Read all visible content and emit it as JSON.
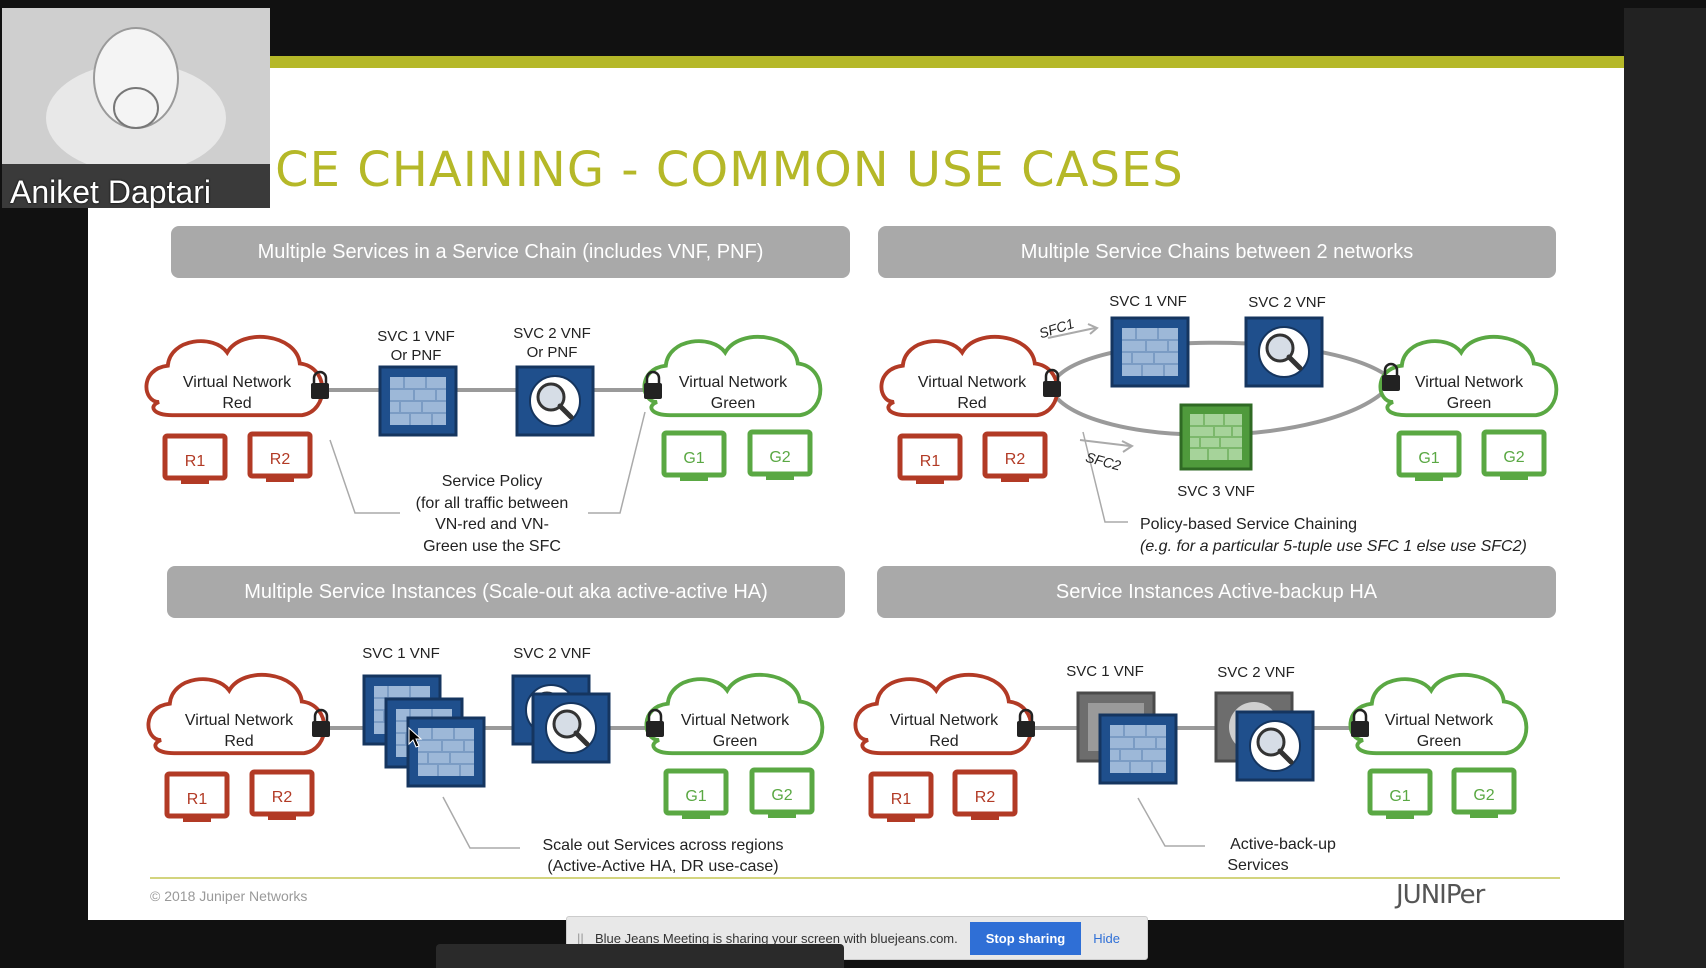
{
  "slide": {
    "title": "ICE CHAINING - COMMON USE CASES",
    "footer_copyright": "© 2018 Juniper Networks",
    "footer_logo": "JUNIPer"
  },
  "colors": {
    "accent": "#b5b828",
    "red": "#b23a25",
    "green": "#5aa843",
    "blue": "#1f4f8c",
    "banner": "#a9a9a9"
  },
  "quadrants": [
    {
      "banner": "Multiple Services in a Service Chain (includes VNF, PNF)",
      "left_cloud": {
        "line1": "Virtual Network",
        "line2": "Red"
      },
      "right_cloud": {
        "line1": "Virtual Network",
        "line2": "Green"
      },
      "svc1": {
        "line1": "SVC 1  VNF",
        "line2": "Or PNF"
      },
      "svc2": {
        "line1": "SVC 2 VNF",
        "line2": "Or PNF"
      },
      "left_hosts": [
        "R1",
        "R2"
      ],
      "right_hosts": [
        "G1",
        "G2"
      ],
      "note": [
        "Service Policy",
        "(for all traffic between",
        "VN-red and VN-",
        "Green use the SFC"
      ]
    },
    {
      "banner": "Multiple Service Chains between 2 networks",
      "left_cloud": {
        "line1": "Virtual Network",
        "line2": "Red"
      },
      "right_cloud": {
        "line1": "Virtual Network",
        "line2": "Green"
      },
      "svc1": {
        "line1": "SVC 1  VNF"
      },
      "svc2": {
        "line1": "SVC 2  VNF"
      },
      "svc3": {
        "line1": "SVC 3  VNF"
      },
      "sfc1": "SFC1",
      "sfc2": "SFC2",
      "left_hosts": [
        "R1",
        "R2"
      ],
      "right_hosts": [
        "G1",
        "G2"
      ],
      "note": [
        "Policy-based Service Chaining",
        "(e.g. for a particular 5-tuple use SFC 1 else use SFC2)"
      ]
    },
    {
      "banner": "Multiple Service Instances (Scale-out aka active-active HA)",
      "left_cloud": {
        "line1": "Virtual Network",
        "line2": "Red"
      },
      "right_cloud": {
        "line1": "Virtual Network",
        "line2": "Green"
      },
      "svc1": {
        "line1": "SVC 1  VNF"
      },
      "svc2": {
        "line1": "SVC 2  VNF"
      },
      "left_hosts": [
        "R1",
        "R2"
      ],
      "right_hosts": [
        "G1",
        "G2"
      ],
      "note": [
        "Scale out Services across regions",
        "(Active-Active HA, DR use-case)"
      ]
    },
    {
      "banner": "Service Instances Active-backup HA",
      "left_cloud": {
        "line1": "Virtual Network",
        "line2": "Red"
      },
      "right_cloud": {
        "line1": "Virtual Network",
        "line2": "Green"
      },
      "svc1": {
        "line1": "SVC 1  VNF"
      },
      "svc2": {
        "line1": "SVC 2  VNF"
      },
      "left_hosts": [
        "R1",
        "R2"
      ],
      "right_hosts": [
        "G1",
        "G2"
      ],
      "note": [
        "Active-back-up",
        "Services"
      ]
    }
  ],
  "webcam": {
    "name": "Aniket Daptari"
  },
  "share_bar": {
    "grip": "||",
    "message": "Blue Jeans Meeting is sharing your screen with bluejeans.com.",
    "stop_label": "Stop sharing",
    "hide_label": "Hide"
  }
}
